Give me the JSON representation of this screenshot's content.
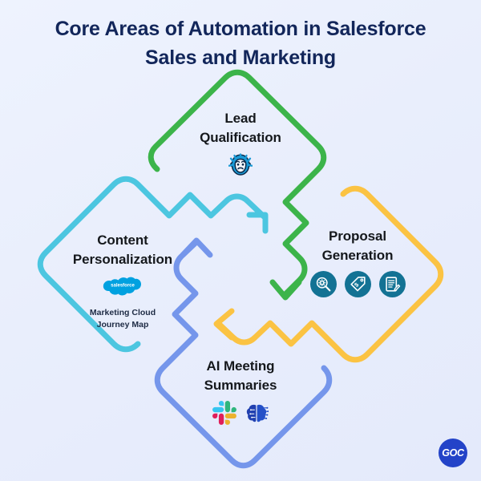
{
  "title": {
    "line1": "Core Areas of Automation in Salesforce",
    "line2": "Sales and Marketing",
    "color": "#12265a"
  },
  "background": {
    "from": "#eef3fe",
    "to": "#e4eafb"
  },
  "diagram": {
    "type": "cycle",
    "direction": "clockwise: content-personalization → lead-qualification → proposal-generation → ai-meeting-summaries → content-personalization",
    "nodes": [
      {
        "id": "lead-qualification",
        "position": "top",
        "heading_line1": "Lead",
        "heading_line2": "Qualification",
        "color": "#3cb44a",
        "icons": [
          "einstein-face-icon"
        ]
      },
      {
        "id": "proposal-generation",
        "position": "right",
        "heading_line1": "Proposal",
        "heading_line2": "Generation",
        "color": "#fbc343",
        "icons": [
          "magnifier-gear-icon",
          "price-tag-dollar-icon",
          "document-pen-icon"
        ],
        "badge_color": "#137294"
      },
      {
        "id": "content-personalization",
        "position": "left",
        "heading_line1": "Content",
        "heading_line2": "Personalization",
        "color": "#4cc6e0",
        "icons": [
          "salesforce-cloud-icon"
        ],
        "caption_line1": "Marketing Cloud",
        "caption_line2": "Journey Map"
      },
      {
        "id": "ai-meeting-summaries",
        "position": "bottom",
        "heading_line1": "AI Meeting",
        "heading_line2": "Summaries",
        "color": "#7596eb",
        "icons": [
          "slack-icon",
          "ai-brain-circuit-icon"
        ]
      }
    ]
  },
  "branding": {
    "logo_text": "GOC",
    "logo_color": "#2343c8"
  }
}
